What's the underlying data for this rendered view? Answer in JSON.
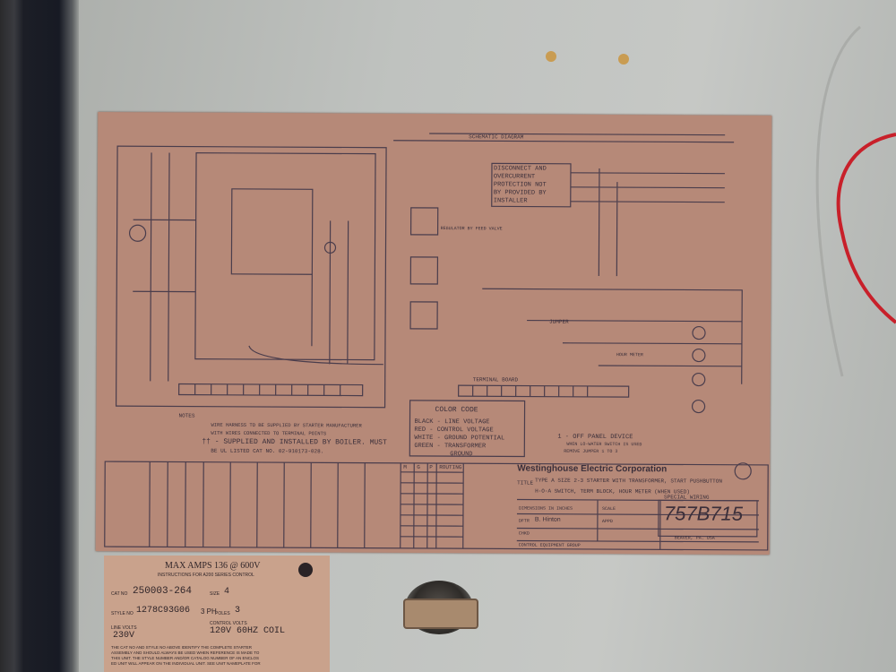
{
  "diagram": {
    "disconnect_note": [
      "DISCONNECT AND",
      "OVERCURRENT",
      "PROTECTION NOT",
      "BY PROVIDED BY",
      "INSTALLER"
    ],
    "schematic_label": "SCHEMATIC DIAGRAM",
    "terminal_board_label": "TERMINAL BOARD",
    "regulator_label": "REGULATOR BY FEED VALVE",
    "jumper_label": "JUMPER",
    "hour_meter_label": "HOUR METER",
    "notes": {
      "heading": "NOTES",
      "line1": "WIRE HARNESS TO BE SUPPLIED BY STARTER MANUFACTURER",
      "line2": "WITH WIRES CONNECTED TO TERMINAL POINTS",
      "line3": "†† - SUPPLIED AND INSTALLED BY BOILER. MUST",
      "line4": "BE UL LISTED CAT NO. 02-910173-028."
    },
    "color_code": {
      "heading": "COLOR CODE",
      "rows": [
        "BLACK - LINE VOLTAGE",
        "RED - CONTROL VOLTAGE",
        "WHITE - GROUND POTENTIAL",
        "GREEN - TRANSFORMER",
        "GROUND"
      ]
    },
    "device_note": [
      "1 - OFF PANEL DEVICE",
      "WHEN LO-WATER SWITCH IS USED",
      "REMOVE JUMPER 1 TO 3"
    ],
    "routing_header": [
      "M",
      "G",
      "P",
      "ROUTING"
    ],
    "title_block": {
      "company": "Westinghouse Electric Corporation",
      "title_prefix": "TITLE",
      "title_line1": "TYPE A SIZE 2-3 STARTER WITH TRANSFORMER, START PUSHBUTTON",
      "title_line2": "H-O-A SWITCH, TERM BLOCK, HOUR METER (WHEN USED)",
      "special_wiring_label": "SPECIAL WIRING",
      "drawing_number": "757B715",
      "dimensions_label": "DIMENSIONS IN INCHES",
      "scale_label": "SCALE",
      "drawn_label": "DFTR",
      "drawn_by": "B. Hinton",
      "chkd_label": "CHKD",
      "appd_label": "APPD",
      "group": "CONTROL EQUIPMENT GROUP",
      "location": "BEAVER, PA. USA"
    }
  },
  "nameplate": {
    "max_amps": "MAX AMPS 136 @ 600V",
    "instructions": "INSTRUCTIONS FOR A200 SERIES CONTROL",
    "cat_label": "CAT NO",
    "cat_no": "250003-264",
    "size_label": "SIZE",
    "size": "4",
    "style_label": "STYLE NO",
    "style_no": "1278C93G06",
    "phase": "3 PH",
    "poles_label": "POLES",
    "poles": "3",
    "line_volts_label": "LINE VOLTS",
    "line_volts": "230V",
    "control_volts_label": "CONTROL VOLTS",
    "control_volts": "120V 60HZ COIL",
    "footer": [
      "THE CAT NO AND STYLE NO ABOVE IDENTIFY THE COMPLETE STARTER",
      "ASSEMBLY AND SHOULD ALWAYS BE USED WHEN REFERENCE IS MADE TO",
      "THIS UNIT. THE STYLE NUMBER AND/OR CATALOG NUMBER OF AN ENCLOS",
      "ED UNIT WILL APPEAR ON THE INDIVIDUAL UNIT. SEE UNIT NAMEPLATE FOR"
    ]
  },
  "colors": {
    "sheet": "#b68978",
    "ink": "#3b2f3a",
    "panel": "#b4b7b3",
    "wire": "#c8202a"
  }
}
